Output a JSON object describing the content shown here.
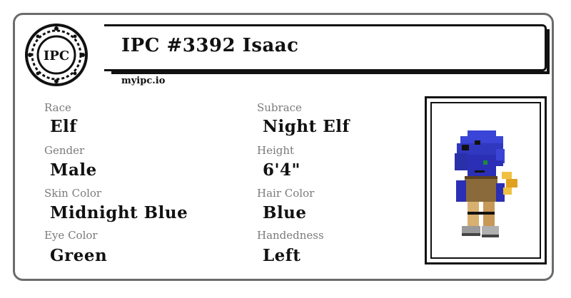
{
  "logo": {
    "text": "IPC",
    "icon": "ipc-seal-icon"
  },
  "header": {
    "title": "IPC #3392 Isaac",
    "site": "myipc.io"
  },
  "fields": [
    {
      "label": "Race",
      "value": "Elf"
    },
    {
      "label": "Subrace",
      "value": "Night Elf"
    },
    {
      "label": "Gender",
      "value": "Male"
    },
    {
      "label": "Height",
      "value": "6'4\""
    },
    {
      "label": "Skin Color",
      "value": "Midnight Blue"
    },
    {
      "label": "Hair Color",
      "value": "Blue"
    },
    {
      "label": "Eye Color",
      "value": "Green"
    },
    {
      "label": "Handedness",
      "value": "Left"
    }
  ],
  "portrait": {
    "icon": "elf-character-sprite-icon"
  },
  "colors": {
    "card_border": "#6b6b6b",
    "text": "#111111",
    "label": "#7a7a7a",
    "skin": "#2b2fb5",
    "hair": "#3a44d6",
    "tunic": "#8a6a3a",
    "gold": "#f0c040"
  }
}
